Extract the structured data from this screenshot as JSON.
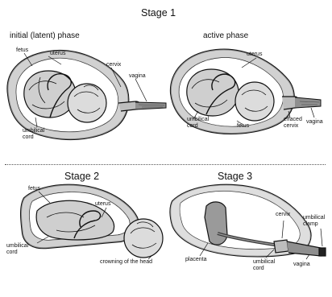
{
  "stage1": {
    "title": "Stage 1",
    "latent": {
      "heading": "initial (latent) phase",
      "labels": {
        "fetus": "fetus",
        "uterus": "uterus",
        "cervix": "cervix",
        "vagina": "vagina",
        "cord": "umbilical cord"
      }
    },
    "active": {
      "heading": "active phase",
      "labels": {
        "uterus": "uterus",
        "cord": "umbilical cord",
        "fetus": "fetus",
        "cervix": "effaced cervix",
        "vagina": "vagina"
      }
    }
  },
  "stage2": {
    "title": "Stage 2",
    "labels": {
      "fetus": "fetus",
      "uterus": "uterus",
      "cord": "umbilical cord",
      "crowning": "crowning of the head"
    }
  },
  "stage3": {
    "title": "Stage 3",
    "labels": {
      "cervix": "cervix",
      "clamp": "umbilical clamp",
      "placenta": "placenta",
      "cord": "umbilical cord",
      "vagina": "vagina"
    }
  },
  "colors": {
    "ink": "#111111",
    "shade": "#9a9a9a",
    "dark": "#3a3a3a"
  }
}
